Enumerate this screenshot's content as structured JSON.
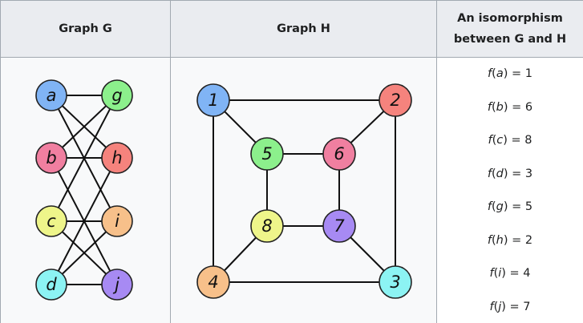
{
  "headers": {
    "graph_g": "Graph G",
    "graph_h": "Graph H",
    "iso_line1": "An isomorphism",
    "iso_line2": "between G and H"
  },
  "colors": {
    "blue": "#80b4f5",
    "green": "#8cf08c",
    "pink": "#f07fa0",
    "red": "#f5837d",
    "yellow": "#eef58a",
    "orange": "#f7c08a",
    "cyan": "#8cf3f3",
    "purple": "#a78af3"
  },
  "graph_g": {
    "nodes": [
      {
        "id": "a",
        "label": "a",
        "color": "#80b4f5"
      },
      {
        "id": "g",
        "label": "g",
        "color": "#8cf08c"
      },
      {
        "id": "b",
        "label": "b",
        "color": "#f07fa0"
      },
      {
        "id": "h",
        "label": "h",
        "color": "#f5837d"
      },
      {
        "id": "c",
        "label": "c",
        "color": "#eef58a"
      },
      {
        "id": "i",
        "label": "i",
        "color": "#f7c08a"
      },
      {
        "id": "d",
        "label": "d",
        "color": "#8cf3f3"
      },
      {
        "id": "j",
        "label": "j",
        "color": "#a78af3"
      }
    ],
    "edges": [
      [
        "a",
        "g"
      ],
      [
        "a",
        "h"
      ],
      [
        "a",
        "i"
      ],
      [
        "b",
        "g"
      ],
      [
        "b",
        "h"
      ],
      [
        "b",
        "j"
      ],
      [
        "c",
        "g"
      ],
      [
        "c",
        "i"
      ],
      [
        "c",
        "j"
      ],
      [
        "d",
        "h"
      ],
      [
        "d",
        "i"
      ],
      [
        "d",
        "j"
      ]
    ]
  },
  "graph_h": {
    "nodes": [
      {
        "id": "1",
        "label": "1",
        "color": "#80b4f5"
      },
      {
        "id": "2",
        "label": "2",
        "color": "#f5837d"
      },
      {
        "id": "5",
        "label": "5",
        "color": "#8cf08c"
      },
      {
        "id": "6",
        "label": "6",
        "color": "#f07fa0"
      },
      {
        "id": "8",
        "label": "8",
        "color": "#eef58a"
      },
      {
        "id": "7",
        "label": "7",
        "color": "#a78af3"
      },
      {
        "id": "4",
        "label": "4",
        "color": "#f7c08a"
      },
      {
        "id": "3",
        "label": "3",
        "color": "#8cf3f3"
      }
    ],
    "edges": [
      [
        "1",
        "2"
      ],
      [
        "1",
        "4"
      ],
      [
        "1",
        "5"
      ],
      [
        "2",
        "3"
      ],
      [
        "2",
        "6"
      ],
      [
        "3",
        "4"
      ],
      [
        "3",
        "7"
      ],
      [
        "4",
        "8"
      ],
      [
        "5",
        "6"
      ],
      [
        "5",
        "8"
      ],
      [
        "6",
        "7"
      ],
      [
        "7",
        "8"
      ]
    ]
  },
  "mapping": [
    {
      "pre": "f(",
      "var": "a",
      "post": ") = 1"
    },
    {
      "pre": "f(",
      "var": "b",
      "post": ") = 6"
    },
    {
      "pre": "f(",
      "var": "c",
      "post": ") = 8"
    },
    {
      "pre": "f(",
      "var": "d",
      "post": ") = 3"
    },
    {
      "pre": "f(",
      "var": "g",
      "post": ") = 5"
    },
    {
      "pre": "f(",
      "var": "h",
      "post": ") = 2"
    },
    {
      "pre": "f(",
      "var": "i",
      "post": ") = 4"
    },
    {
      "pre": "f(",
      "var": "j",
      "post": ") = 7"
    }
  ]
}
